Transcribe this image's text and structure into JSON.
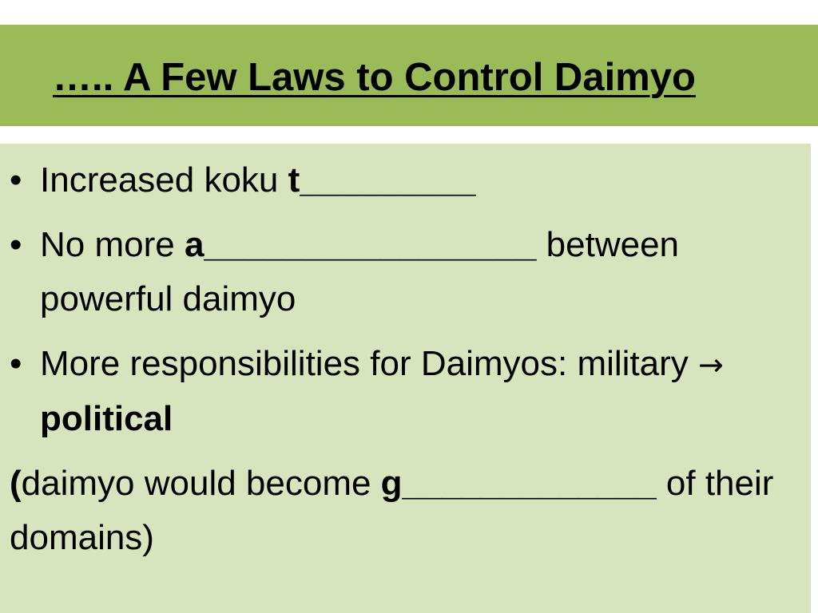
{
  "slide": {
    "title": "….. A Few  Laws to Control Daimyo",
    "bullets": [
      {
        "bullet_char": "•",
        "text": "Increased koku ",
        "bold": "t_________"
      },
      {
        "bullet_char": "•",
        "pre": "No more ",
        "bold": "a_________________",
        "post": " between powerful daimyo"
      },
      {
        "bullet_char": "•",
        "pre": "More responsibilities for Daimyos: military ",
        "arrow": "→",
        "bold": "political"
      }
    ],
    "note": {
      "open_paren": "(",
      "pre": "daimyo would become ",
      "bold": "g_____________",
      "post": " of their domains)"
    }
  },
  "colors": {
    "title_bar": "#9bbb59",
    "content_box": "#d7e4bd",
    "text": "#000000"
  }
}
